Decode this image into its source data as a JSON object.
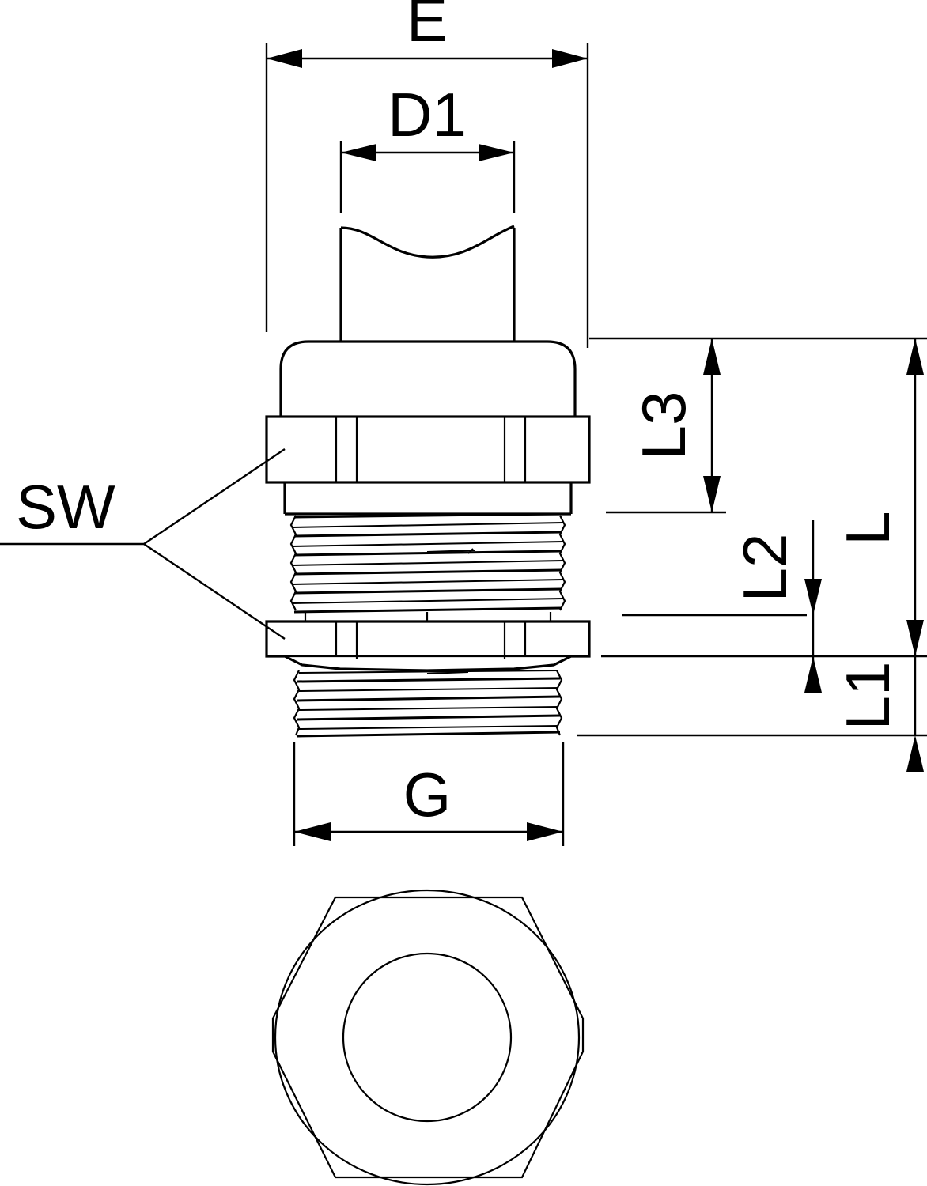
{
  "drawing": {
    "type": "technical-dimension-drawing",
    "subject": "cable gland with hexagon nut, threaded body and cable sleeve",
    "views": [
      {
        "name": "front-section-view",
        "position": "top"
      },
      {
        "name": "bottom-hexagon-view",
        "position": "bottom"
      }
    ],
    "background_color": "#ffffff",
    "line_color": "#000000"
  },
  "dimensions": {
    "E": {
      "label": "E",
      "orientation": "horizontal",
      "position": "top",
      "description": "overall hexagon width across flats"
    },
    "D1": {
      "label": "D1",
      "orientation": "horizontal",
      "position": "top-inner",
      "description": "cable sleeve outer diameter"
    },
    "G": {
      "label": "G",
      "orientation": "horizontal",
      "position": "bottom",
      "description": "thread size"
    },
    "SW": {
      "label": "SW",
      "orientation": "horizontal-leader",
      "position": "left",
      "description": "spanner width across flats of both nuts"
    },
    "L": {
      "label": "L",
      "orientation": "vertical-rotated",
      "position": "right-outer",
      "description": "overall length"
    },
    "L1": {
      "label": "L1",
      "orientation": "vertical-rotated",
      "position": "right-outer-lower",
      "description": "lower thread length"
    },
    "L2": {
      "label": "L2",
      "orientation": "vertical-rotated",
      "position": "right-inner",
      "description": "locknut thickness"
    },
    "L3": {
      "label": "L3",
      "orientation": "vertical-rotated",
      "position": "right-inner-upper",
      "description": "upper body length"
    }
  },
  "chart_data": {
    "type": "table",
    "title": "",
    "note": "Dimensional callouts only; no numeric values are printed on the drawing.",
    "labels": [
      "E",
      "D1",
      "SW",
      "L3",
      "L2",
      "L",
      "L1",
      "G"
    ]
  }
}
